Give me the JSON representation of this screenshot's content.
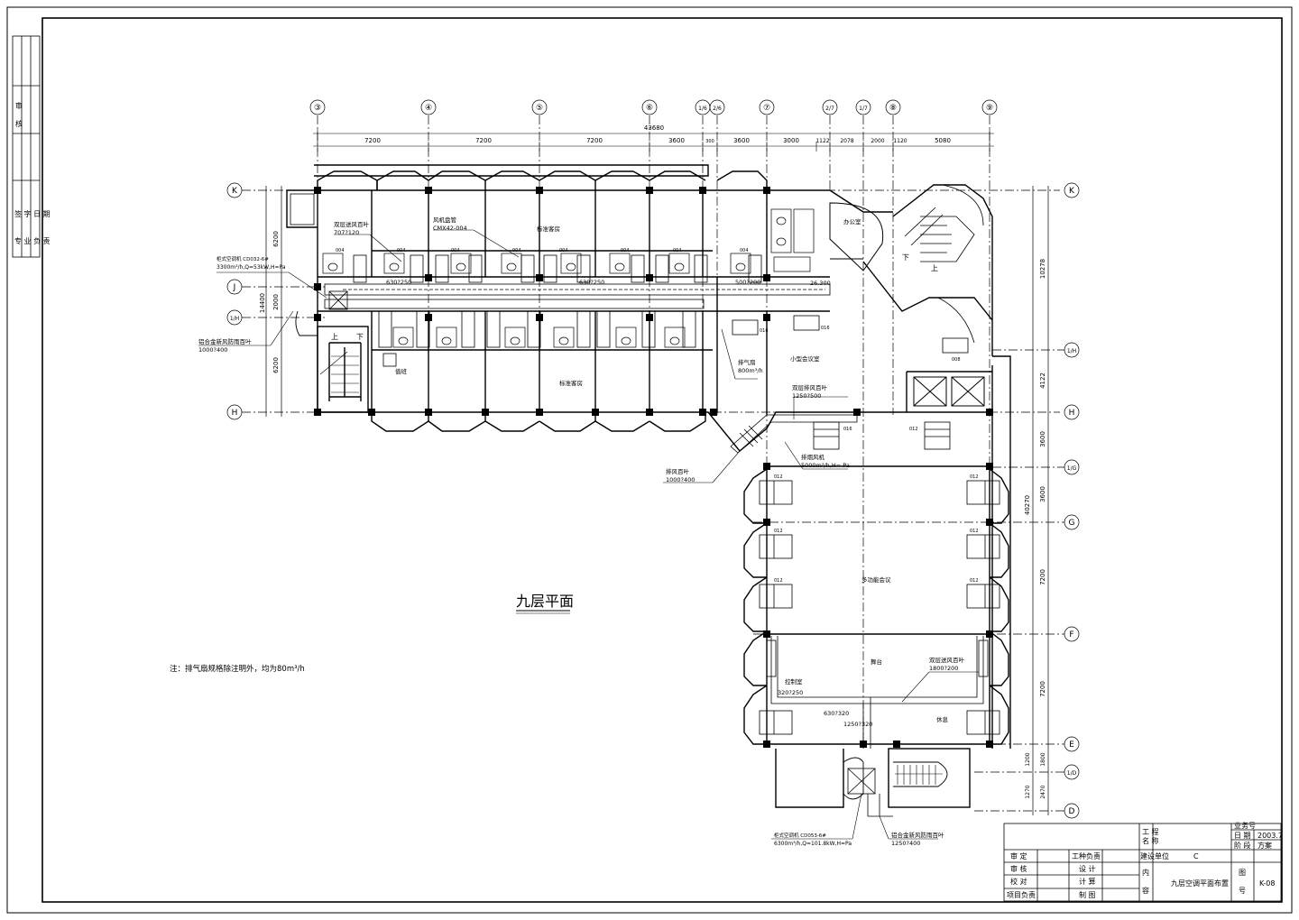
{
  "drawing": {
    "title": "九层平面",
    "note": "注：排气扇规格除注明外，均为80m³/h",
    "axes_top": [
      "③",
      "④",
      "⑤",
      "⑥",
      "1/6",
      "2/6",
      "⑦",
      "2/7",
      "1/7",
      "⑧",
      "⑨"
    ],
    "axes_left": [
      "K",
      "J",
      "1/H",
      "H"
    ],
    "axes_right": [
      "K",
      "1/H",
      "H",
      "1/G",
      "G",
      "F",
      "E",
      "1/D",
      "D"
    ],
    "dims_top_total": "43680",
    "dims_top": [
      "7200",
      "7200",
      "7200",
      "3600",
      "300",
      "3600",
      "3000",
      "1122",
      "2078",
      "2000",
      "1120",
      "5080"
    ],
    "dims_left_total": "14400",
    "dims_left": [
      "6200",
      "2000",
      "6200"
    ],
    "dims_right": [
      "10278",
      "4122",
      "3600",
      "3600",
      "7200",
      "7200",
      "1800",
      "1200",
      "1270",
      "2470"
    ],
    "dims_right_total": "40270",
    "rooms": {
      "std_room_top": "标准客房",
      "std_room_bottom": "标准客房",
      "small_meeting": "小型会议室",
      "multi_meeting": "多功能会议",
      "stage": "舞台",
      "control": "控制室",
      "buffet": "休息",
      "office": "办公室",
      "duty": "值班"
    },
    "labels": {
      "l1": "双层送风百叶",
      "l1v": "707?120",
      "l2": "风机盘管",
      "l2v": "CMX42-004",
      "l3": "柜式空调机 CD032-6#",
      "l3v": "3300m³/h,Q=53kW,H=Pa",
      "l4": "铝合金新风防雨百叶",
      "l4v": "1000?400",
      "l5": "排气扇",
      "l5v": "800m³/h",
      "l6": "双层排风百叶",
      "l6v": "1250?500",
      "l7": "排风百叶",
      "l7v": "1000?400",
      "l8": "排烟风机",
      "l8v": "5000m³/h,H= Pa",
      "l9": "双层送风百叶",
      "l9v": "1800?200",
      "l10": "柜式空调机 CD053-6#",
      "l10v": "6300m³/h,Q=101.8kW,H=Pa",
      "l11": "铝合金新风防雨百叶",
      "l11v": "1250?400",
      "d1": "630?250",
      "d2": "630?250",
      "d3": "500?200",
      "d4": "630?320",
      "d5": "1250?320",
      "d6": "320?250",
      "lev": "26.300",
      "up": "上",
      "down": "下",
      "fcu_small": "004",
      "fcu_big": "012",
      "fcu_mid": "016",
      "fcu_008": "008"
    },
    "title_block": {
      "r1a": "工 程",
      "r1b": "名 称",
      "r1c": "业务号",
      "r2a": "日 期",
      "r2b": "2003.7",
      "r3a": "建设单位",
      "r3b": "C",
      "r3c": "阶 段",
      "r3d": "方案",
      "h1": "审 定",
      "h2": "工种负责",
      "h3": "审 核",
      "h4": "设 计",
      "h5": "校 对",
      "h6": "计 算",
      "h7": "项目负责",
      "h8": "制 图",
      "content_a": "内",
      "content_b": "容",
      "content": "九层空调平面布置",
      "fig_a": "图",
      "fig_b": "号",
      "fig_no": "K-08"
    },
    "side_strip": [
      "审",
      "核",
      "签 字 日 期",
      "专 业 负 责"
    ]
  }
}
